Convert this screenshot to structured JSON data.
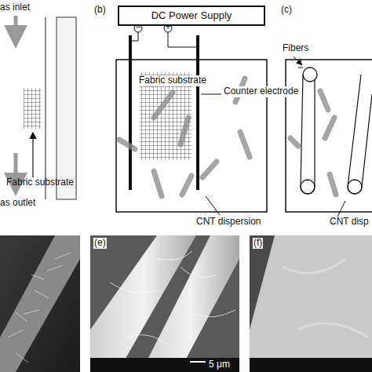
{
  "diagram": {
    "nodes": [
      {
        "text": [
          "DC Power Supply"
        ]
      }
    ],
    "edges": [],
    "labels": [
      "as inlet",
      "Fabric substrate",
      "as outlet",
      "(b)",
      "−",
      "+",
      "Fabric substrate",
      "Counter electrode",
      "CNT dispersion",
      "(c)",
      "Fibers",
      "CNT disp",
      "(e)",
      "(f)",
      "5 μm"
    ]
  }
}
